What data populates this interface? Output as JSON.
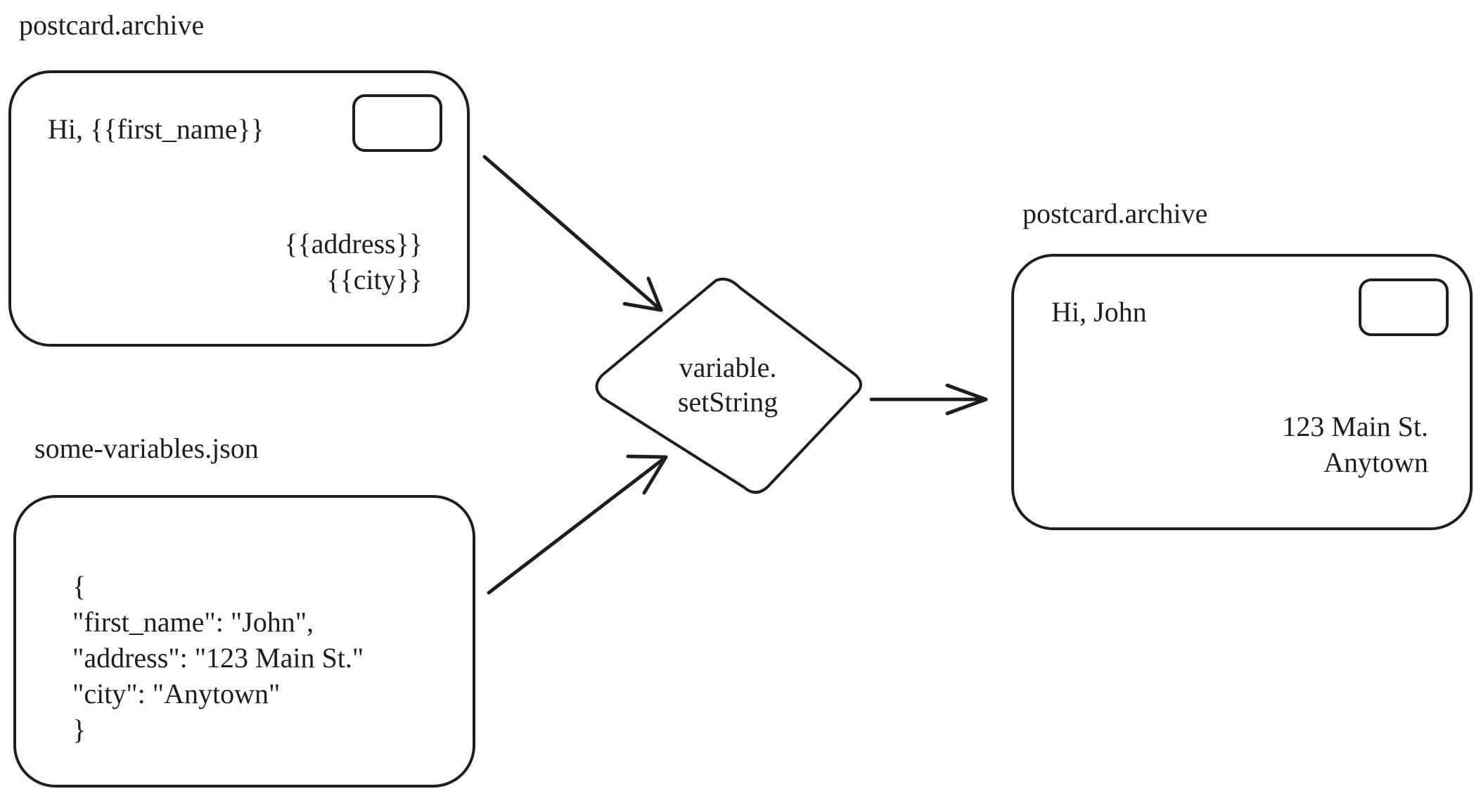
{
  "template_card": {
    "caption": "postcard.archive",
    "greeting": "Hi, {{first_name}}",
    "address_line1": "{{address}}",
    "address_line2": "{{city}}"
  },
  "variables_file": {
    "caption": "some-variables.json",
    "lines": [
      "{",
      "\"first_name\": \"John\",",
      "\"address\": \"123 Main St.\"",
      "\"city\": \"Anytown\"",
      "}"
    ]
  },
  "process_node": {
    "line1": "variable.",
    "line2": "setString"
  },
  "output_card": {
    "caption": "postcard.archive",
    "greeting": "Hi, John",
    "address_line1": "123 Main St.",
    "address_line2": "Anytown"
  }
}
